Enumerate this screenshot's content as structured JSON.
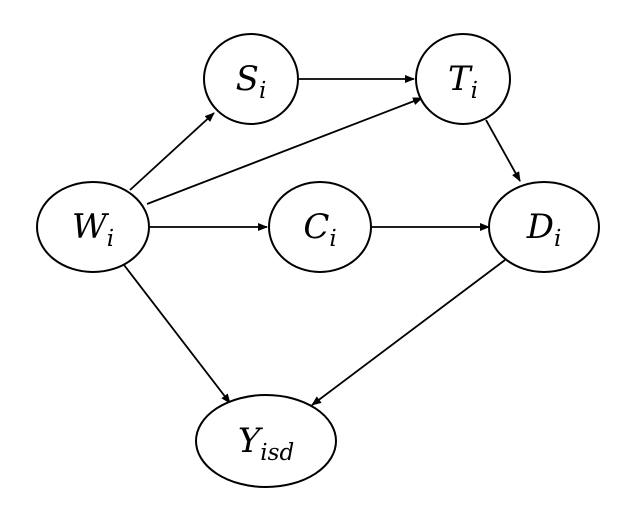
{
  "nodes": [
    {
      "id": "S",
      "main": "S",
      "sub": "i"
    },
    {
      "id": "T",
      "main": "T",
      "sub": "i"
    },
    {
      "id": "W",
      "main": "W",
      "sub": "i"
    },
    {
      "id": "C",
      "main": "C",
      "sub": "i"
    },
    {
      "id": "D",
      "main": "D",
      "sub": "i"
    },
    {
      "id": "Y",
      "main": "Y",
      "sub": "isd"
    }
  ],
  "edges": [
    {
      "from": "S",
      "to": "T"
    },
    {
      "from": "W",
      "to": "S"
    },
    {
      "from": "W",
      "to": "T"
    },
    {
      "from": "W",
      "to": "C"
    },
    {
      "from": "C",
      "to": "D"
    },
    {
      "from": "T",
      "to": "D"
    },
    {
      "from": "W",
      "to": "Y"
    },
    {
      "from": "D",
      "to": "Y"
    }
  ],
  "colors": {
    "stroke": "#000000",
    "fill": "#ffffff"
  }
}
